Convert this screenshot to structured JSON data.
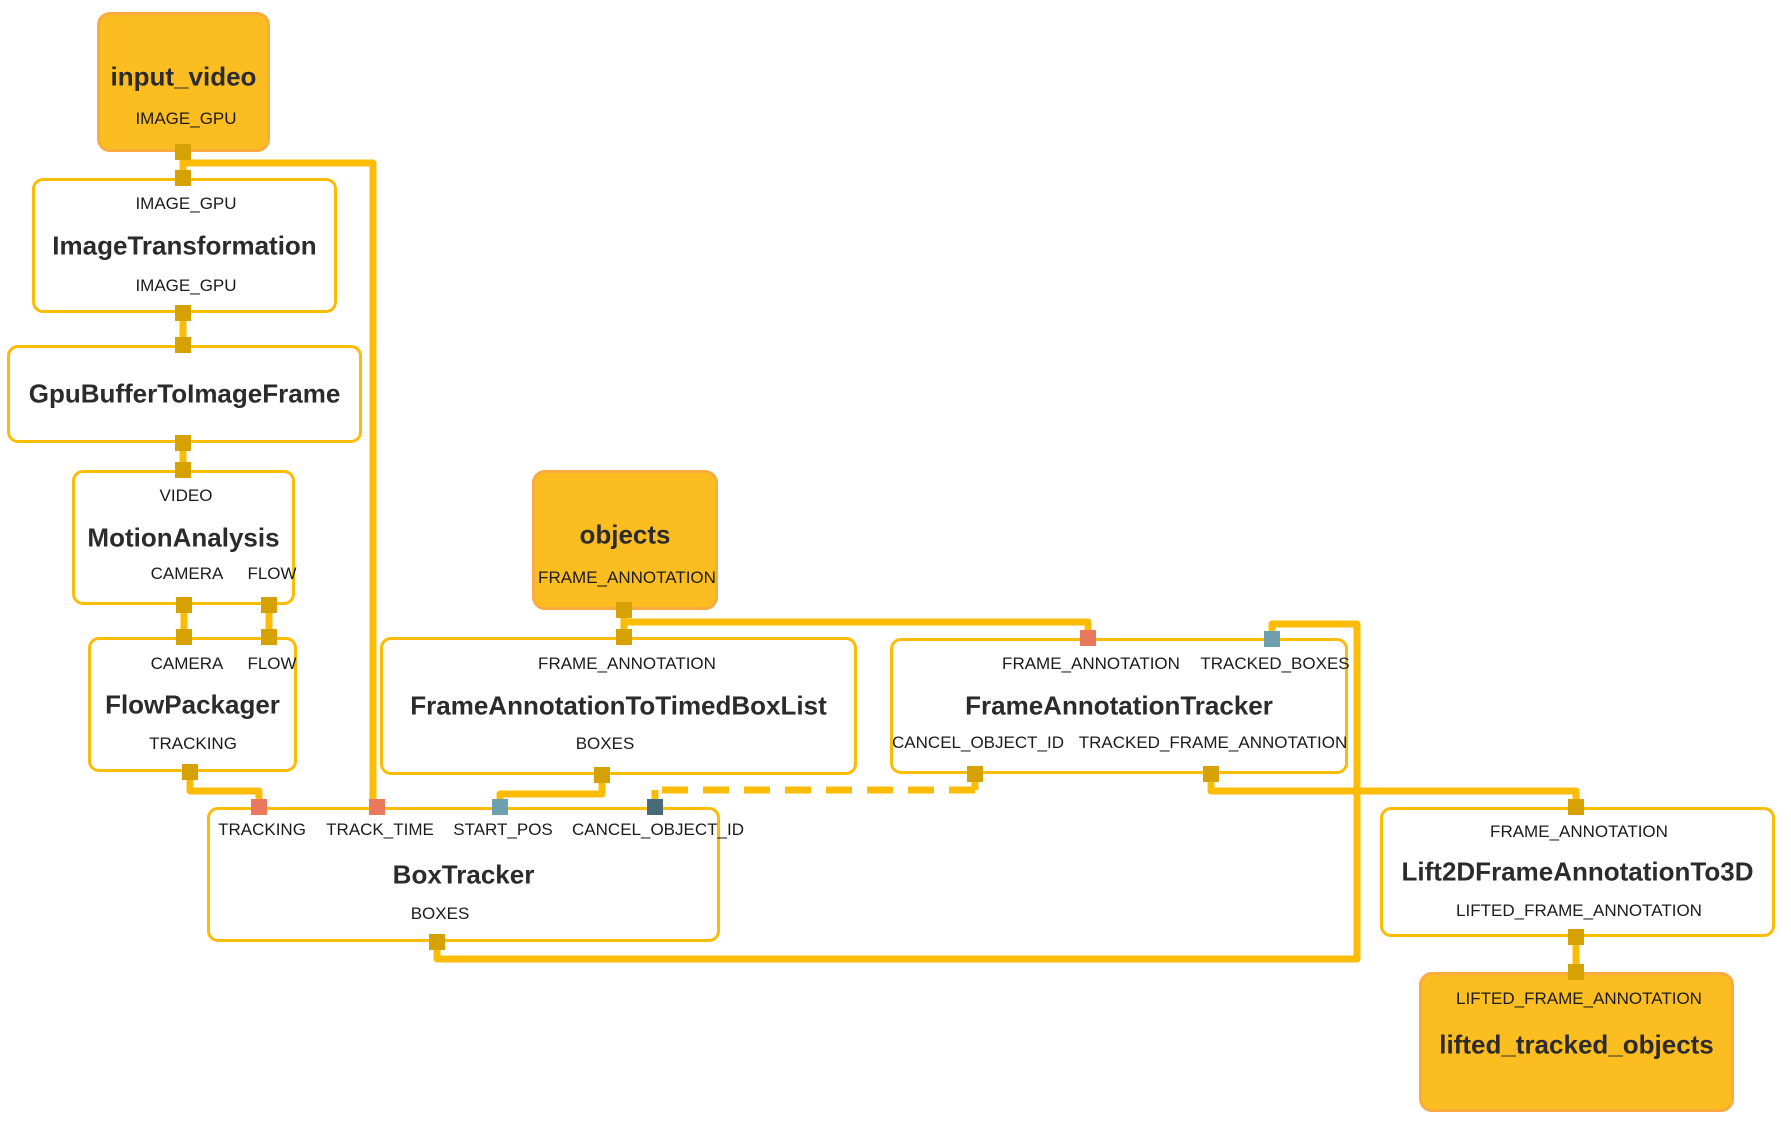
{
  "nodes": {
    "input_video": {
      "title": "input_video",
      "outputs": {
        "image_gpu": "IMAGE_GPU"
      }
    },
    "image_transformation": {
      "inputs": {
        "image_gpu": "IMAGE_GPU"
      },
      "title": "ImageTransformation",
      "outputs": {
        "image_gpu": "IMAGE_GPU"
      }
    },
    "gpu_buffer_to_image_frame": {
      "title": "GpuBufferToImageFrame"
    },
    "motion_analysis": {
      "inputs": {
        "video": "VIDEO"
      },
      "title": "MotionAnalysis",
      "outputs": {
        "camera": "CAMERA",
        "flow": "FLOW"
      }
    },
    "flow_packager": {
      "inputs": {
        "camera": "CAMERA",
        "flow": "FLOW"
      },
      "title": "FlowPackager",
      "outputs": {
        "tracking": "TRACKING"
      }
    },
    "objects": {
      "title": "objects",
      "outputs": {
        "frame_annotation": "FRAME_ANNOTATION"
      }
    },
    "frame_annotation_to_timed_box_list": {
      "inputs": {
        "frame_annotation": "FRAME_ANNOTATION"
      },
      "title": "FrameAnnotationToTimedBoxList",
      "outputs": {
        "boxes": "BOXES"
      }
    },
    "frame_annotation_tracker": {
      "inputs": {
        "frame_annotation": "FRAME_ANNOTATION",
        "tracked_boxes": "TRACKED_BOXES"
      },
      "title": "FrameAnnotationTracker",
      "outputs": {
        "cancel_object_id": "CANCEL_OBJECT_ID",
        "tracked_frame_annotation": "TRACKED_FRAME_ANNOTATION"
      }
    },
    "box_tracker": {
      "inputs": {
        "tracking": "TRACKING",
        "track_time": "TRACK_TIME",
        "start_pos": "START_POS",
        "cancel_object_id": "CANCEL_OBJECT_ID"
      },
      "title": "BoxTracker",
      "outputs": {
        "boxes": "BOXES"
      }
    },
    "lift_2d_frame_annotation_to_3d": {
      "inputs": {
        "frame_annotation": "FRAME_ANNOTATION"
      },
      "title": "Lift2DFrameAnnotationTo3D",
      "outputs": {
        "lifted_frame_annotation": "LIFTED_FRAME_ANNOTATION"
      }
    },
    "lifted_tracked_objects": {
      "inputs": {
        "lifted_frame_annotation": "LIFTED_FRAME_ANNOTATION"
      },
      "title": "lifted_tracked_objects"
    }
  },
  "colors": {
    "edge": "#FBBC05",
    "node_border": "#FBBC05",
    "stream_node_fill": "#FCBD21",
    "stream_node_border": "#F9AB40",
    "port_gold": "#D6A203",
    "port_salmon": "#E8795C",
    "port_teal": "#6E9FAC",
    "port_slate": "#4A6A77",
    "title_text": "#2b2b2b",
    "label_text": "#1b1b1b"
  }
}
